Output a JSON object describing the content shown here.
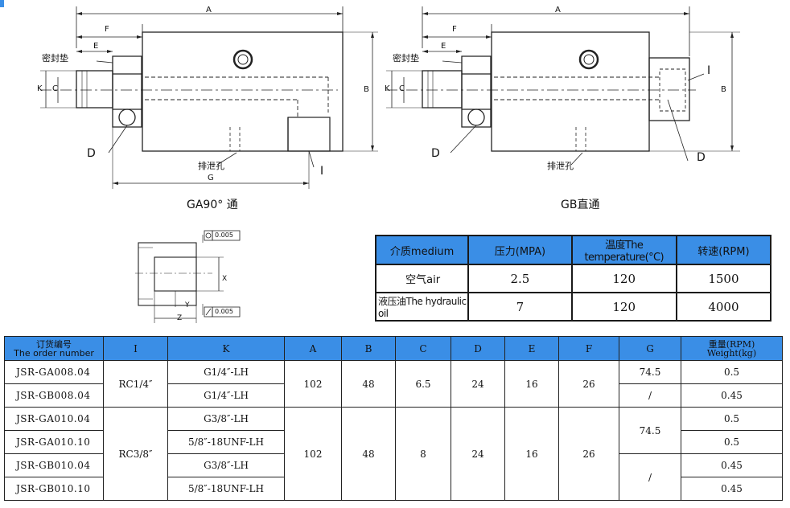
{
  "drawing": {
    "dim_A": "A",
    "dim_B": "B",
    "dim_C": "C",
    "dim_E": "E",
    "dim_F": "F",
    "dim_G": "G",
    "dim_K": "K",
    "dim_D": "D",
    "dim_I": "I",
    "seal_label": "密封垫",
    "drain_label": "排泄孔",
    "ga_caption": "GA90° 通",
    "gb_caption": "GB直通",
    "tol_1": "0.005",
    "tol_2": "0.005",
    "dim_x": "X",
    "dim_y": "Y",
    "dim_z": "Z"
  },
  "medium_table": {
    "headers": [
      "介质medium",
      "压力(MPA)",
      "温度The temperature(°C)",
      "转速(RPM)"
    ],
    "rows": [
      [
        "空气air",
        "2.5",
        "120",
        "1500"
      ],
      [
        "液压油The hydraulic oil",
        "7",
        "120",
        "4000"
      ]
    ]
  },
  "order_table": {
    "headers": {
      "code_cn": "订货编号",
      "code_en": "The order number",
      "I": "I",
      "K": "K",
      "A": "A",
      "B": "B",
      "C": "C",
      "D": "D",
      "E": "E",
      "F": "F",
      "G": "G",
      "weight_cn": "重量(RPM)",
      "weight_en": "Weight(kg)"
    },
    "group1": {
      "codes": [
        "JSR-GA008.04",
        "JSR-GB008.04"
      ],
      "I": "RC1/4″",
      "K": [
        "G1/4″-LH",
        "G1/4″-LH"
      ],
      "A": "102",
      "B": "48",
      "C": "6.5",
      "D": "24",
      "E": "16",
      "F": "26",
      "G": [
        "74.5",
        "/"
      ],
      "weight": [
        "0.5",
        "0.45"
      ]
    },
    "group2": {
      "codes": [
        "JSR-GA010.04",
        "JSR-GA010.10",
        "JSR-GB010.04",
        "JSR-GB010.10"
      ],
      "I": "RC3/8″",
      "K": [
        "G3/8″-LH",
        "5/8″-18UNF-LH",
        "G3/8″-LH",
        "5/8″-18UNF-LH"
      ],
      "A": "102",
      "B": "48",
      "C": "8",
      "D": "24",
      "E": "16",
      "F": "26",
      "G": [
        "74.5",
        "/"
      ],
      "weight": [
        "0.5",
        "0.5",
        "0.45",
        "0.45"
      ]
    }
  }
}
